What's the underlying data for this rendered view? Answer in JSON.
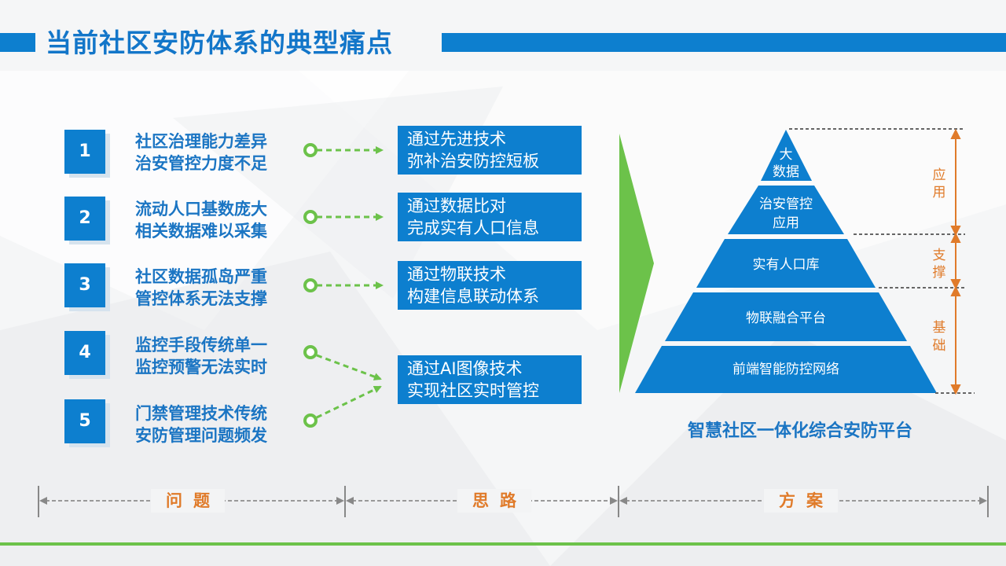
{
  "title": "当前社区安防体系的典型痛点",
  "items": [
    {
      "num": "1",
      "problem_1": "社区治理能力差异",
      "problem_2": "治安管控力度不足"
    },
    {
      "num": "2",
      "problem_1": "流动人口基数庞大",
      "problem_2": "相关数据难以采集"
    },
    {
      "num": "3",
      "problem_1": "社区数据孤岛严重",
      "problem_2": "管控体系无法支撑"
    },
    {
      "num": "4",
      "problem_1": "监控手段传统单一",
      "problem_2": "监控预警无法实时"
    },
    {
      "num": "5",
      "problem_1": "门禁管理技术传统",
      "problem_2": "安防管理问题频发"
    }
  ],
  "ideas": [
    {
      "line_1": "通过先进技术",
      "line_2": "弥补治安防控短板"
    },
    {
      "line_1": "通过数据比对",
      "line_2": "完成实有人口信息"
    },
    {
      "line_1": "通过物联技术",
      "line_2": "构建信息联动体系"
    },
    {
      "line_1": "通过AI图像技术",
      "line_2": "实现社区实时管控"
    }
  ],
  "pyramid": {
    "level_1_a": "大",
    "level_1_b": "数据",
    "level_2_a": "治安管控",
    "level_2_b": "应用",
    "level_3": "实有人口库",
    "level_4": "物联融合平台",
    "level_5": "前端智能防控网络"
  },
  "side_labels": {
    "application_1": "应",
    "application_2": "用",
    "support_1": "支",
    "support_2": "撑",
    "foundation_1": "基",
    "foundation_2": "础"
  },
  "platform_title": "智慧社区一体化综合安防平台",
  "bottom_labels": {
    "problem": "问题",
    "idea": "思路",
    "solution": "方案"
  },
  "colors": {
    "primary_blue": "#0d7fcf",
    "green": "#6cc24a",
    "orange": "#e07b2a",
    "text_blue": "#1b75c3"
  }
}
